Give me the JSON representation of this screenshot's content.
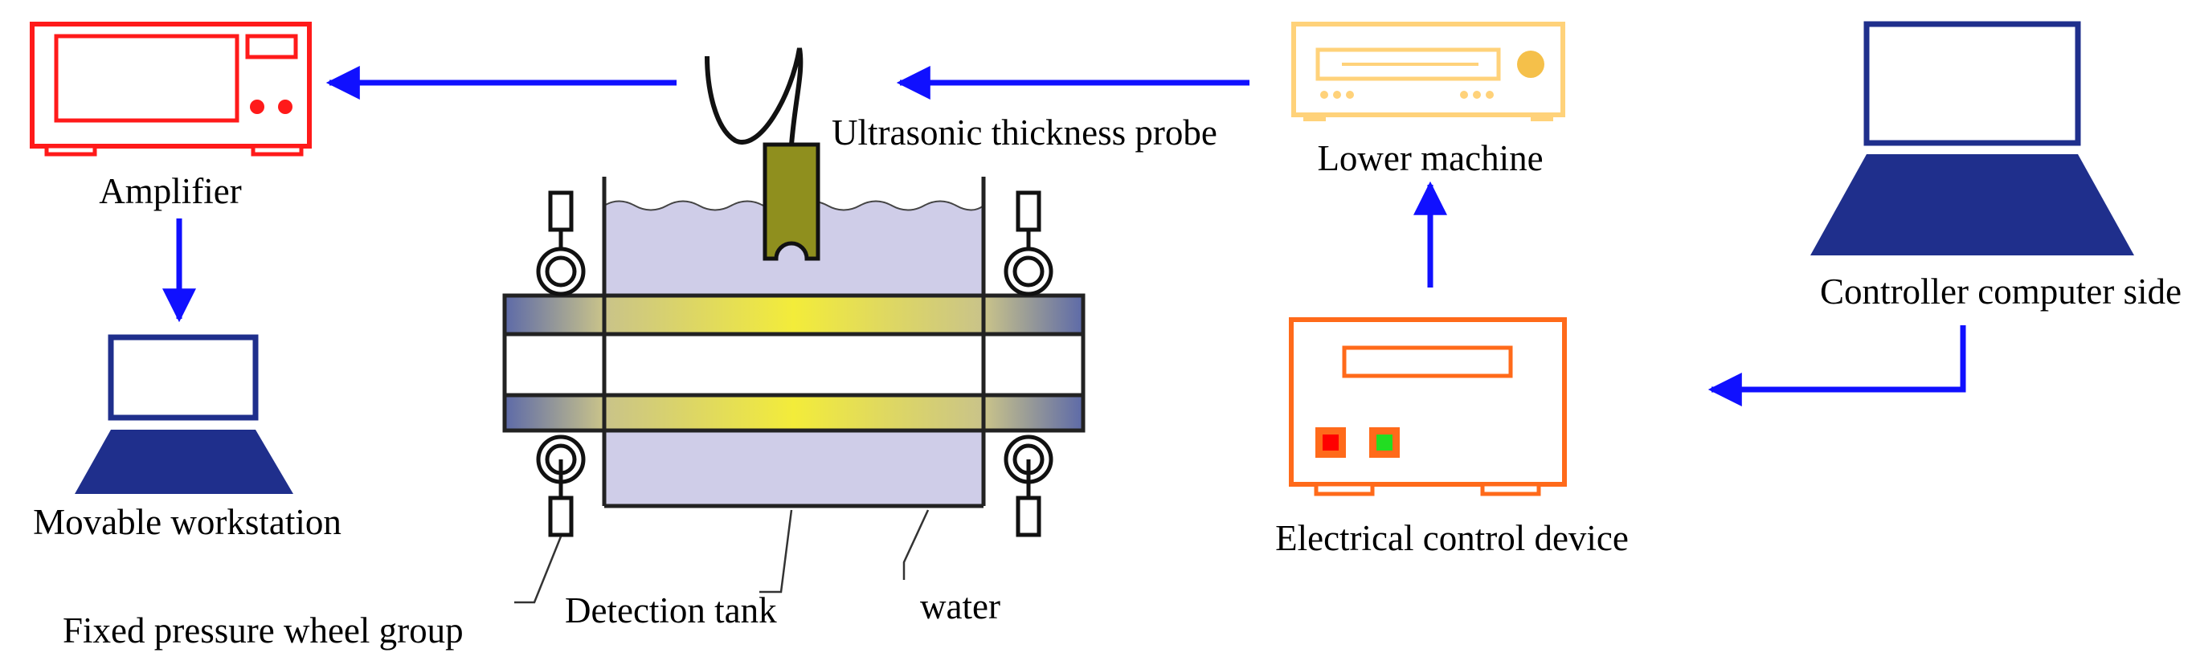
{
  "labels": {
    "amplifier": "Amplifier",
    "movable_workstation": "Movable workstation",
    "ultrasonic_probe": "Ultrasonic thickness probe",
    "lower_machine": "Lower machine",
    "controller_computer": "Controller computer side",
    "electrical_control": "Electrical control device",
    "fixed_wheel_group": "Fixed pressure wheel group",
    "detection_tank": "Detection tank",
    "water": "water"
  },
  "colors": {
    "amplifier": "#ff1a1a",
    "lower_machine": "#ffd27a",
    "lower_machine_dot": "#f5c04a",
    "control_device": "#ff6a1a",
    "computer": "#1f2f8c",
    "arrow": "#1010ff",
    "water": "#cfcde8",
    "probe": "#8f8f1e",
    "rail_end": "#5d6aa8",
    "rail_glow": "#f3ec3a",
    "button_red": "#ff0000",
    "button_green": "#22dd22"
  }
}
